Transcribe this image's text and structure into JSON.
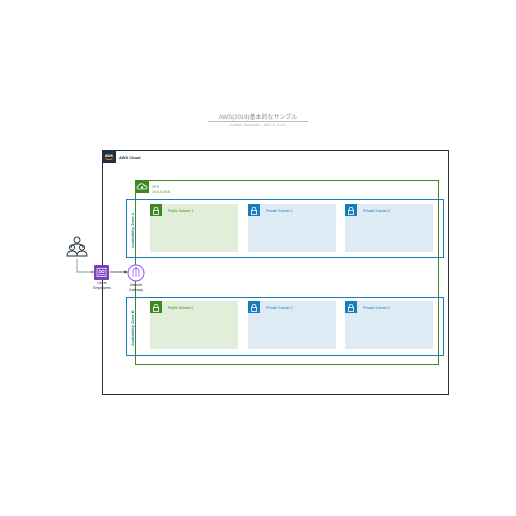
{
  "header": {
    "title": "AWS(2019)基本的なサンプル",
    "subtitle": "Kaitsei Yamazaki · MAY 9, 2019"
  },
  "aws_cloud": {
    "label": "AWS Cloud"
  },
  "vpc": {
    "label": "VPC",
    "cidr": "10.0.0.0/16"
  },
  "zones": [
    {
      "label": "Availability Zone A"
    },
    {
      "label": "Availability Zone B"
    }
  ],
  "subnets": [
    {
      "label": "Public Subnet 1",
      "kind": "public"
    },
    {
      "label": "Private Subnet 1",
      "kind": "private"
    },
    {
      "label": "Private Subnet 3",
      "kind": "private"
    },
    {
      "label": "Public Subnet 2",
      "kind": "public"
    },
    {
      "label": "Private Subnet 2",
      "kind": "private"
    },
    {
      "label": "Private Subnet 4",
      "kind": "private"
    }
  ],
  "nodes": {
    "users": {
      "icon": "users-icon"
    },
    "end_users": {
      "label_line1": "Users",
      "label_line2": "Employees",
      "icon": "users-group-icon"
    },
    "internet_gateway": {
      "label_line1": "Internet",
      "label_line2": "Gateway",
      "icon": "internet-gateway-icon"
    }
  },
  "colors": {
    "aws_dark": "#232f3e",
    "vpc_green": "#3f8624",
    "az_blue": "#147eba",
    "public_fill": "#e1efda",
    "private_fill": "#dfebf4",
    "users_purple": "#7b3fbf",
    "igw_purple": "#8c4fff"
  }
}
